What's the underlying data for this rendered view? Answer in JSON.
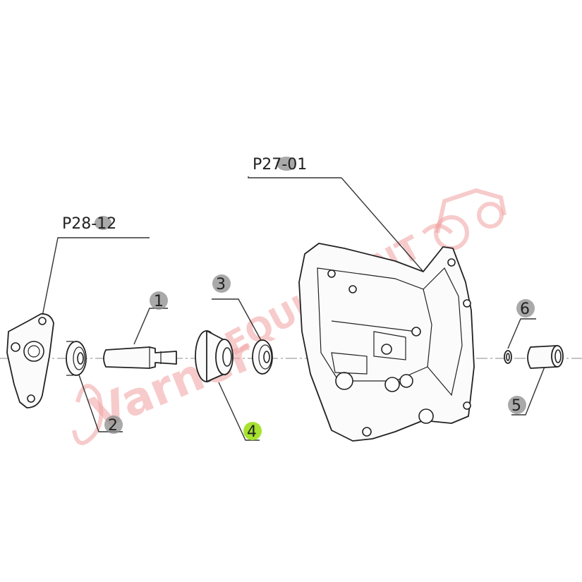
{
  "labels": {
    "p28_12": "P28-12",
    "p27_01": "P27-01",
    "n1": "1",
    "n2": "2",
    "n3": "3",
    "n4": "4",
    "n5": "5",
    "n6": "6"
  },
  "watermark": {
    "brand_left": "Varner",
    "brand_right": "EQUIPMENT"
  },
  "colors": {
    "highlight_badge": "#a6e22e",
    "badge": "#8c8c8c",
    "watermark": "#f0a0a0"
  }
}
